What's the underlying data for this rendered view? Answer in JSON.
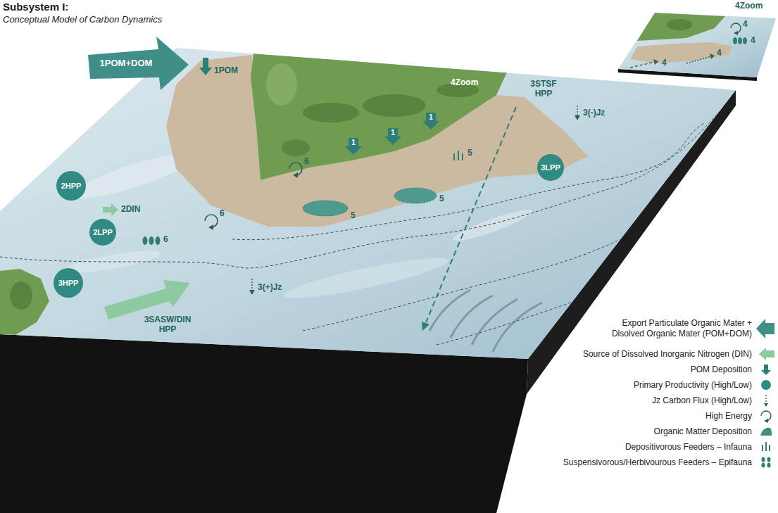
{
  "diagram": {
    "title": "Subsystem I:",
    "nodes": [
      {
        "text": [
          "1POM+DOM"
        ]
      },
      {
        "text": [
          "1"
        ]
      },
      {
        "text": [
          "1"
        ]
      },
      {
        "text": [
          "1"
        ]
      },
      {
        "text": [
          "2HPP"
        ]
      },
      {
        "text": [
          "2LPP"
        ]
      },
      {
        "text": [
          "3HPP"
        ]
      },
      {
        "text": [
          "3LPP"
        ]
      }
    ],
    "labels": [
      "Conceptual Model of Carbon Dynamics",
      "1POM",
      "2DIN",
      "6",
      "6",
      "6",
      "3(+)Jz",
      "3SASW/DIN HPP",
      "5",
      "5",
      "5",
      "3STSF HPP",
      "3(-)Jz",
      "4Zoom",
      "4Zoom",
      "4",
      "4",
      "4",
      "4"
    ],
    "legend": [
      {
        "text": "Export Particulate Organic Mater + Disolved Organic Mater (POM+DOM)"
      },
      {
        "text": "Source of Dissolved Inorganic Nitrogen (DIN)"
      },
      {
        "text": "POM Deposition"
      },
      {
        "text": "Primary Productivity (High/Low)"
      },
      {
        "text": "Jz Carbon Flux (High/Low)"
      },
      {
        "text": "High Energy"
      },
      {
        "text": "Organic Matter Deposition"
      },
      {
        "text": "Depositivorous Feeders – Infauna"
      },
      {
        "text": "Suspensivorous/Herbivourous Feeders – Epifauna"
      }
    ]
  }
}
